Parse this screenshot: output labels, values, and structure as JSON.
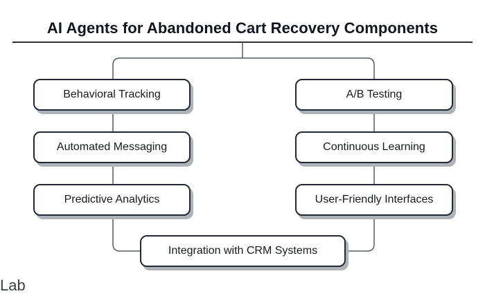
{
  "title": "AI Agents for Abandoned Cart Recovery Components",
  "left_column": [
    {
      "label": "Behavioral Tracking"
    },
    {
      "label": "Automated Messaging"
    },
    {
      "label": "Predictive Analytics"
    }
  ],
  "right_column": [
    {
      "label": "A/B Testing"
    },
    {
      "label": "Continuous Learning"
    },
    {
      "label": "User-Friendly Interfaces"
    }
  ],
  "bottom_node": {
    "label": "Integration with CRM Systems"
  },
  "watermark": "Lab",
  "colors": {
    "border": "#222831",
    "shadow": "#aeb3ba",
    "connector": "#555b63",
    "text": "#16191e"
  }
}
